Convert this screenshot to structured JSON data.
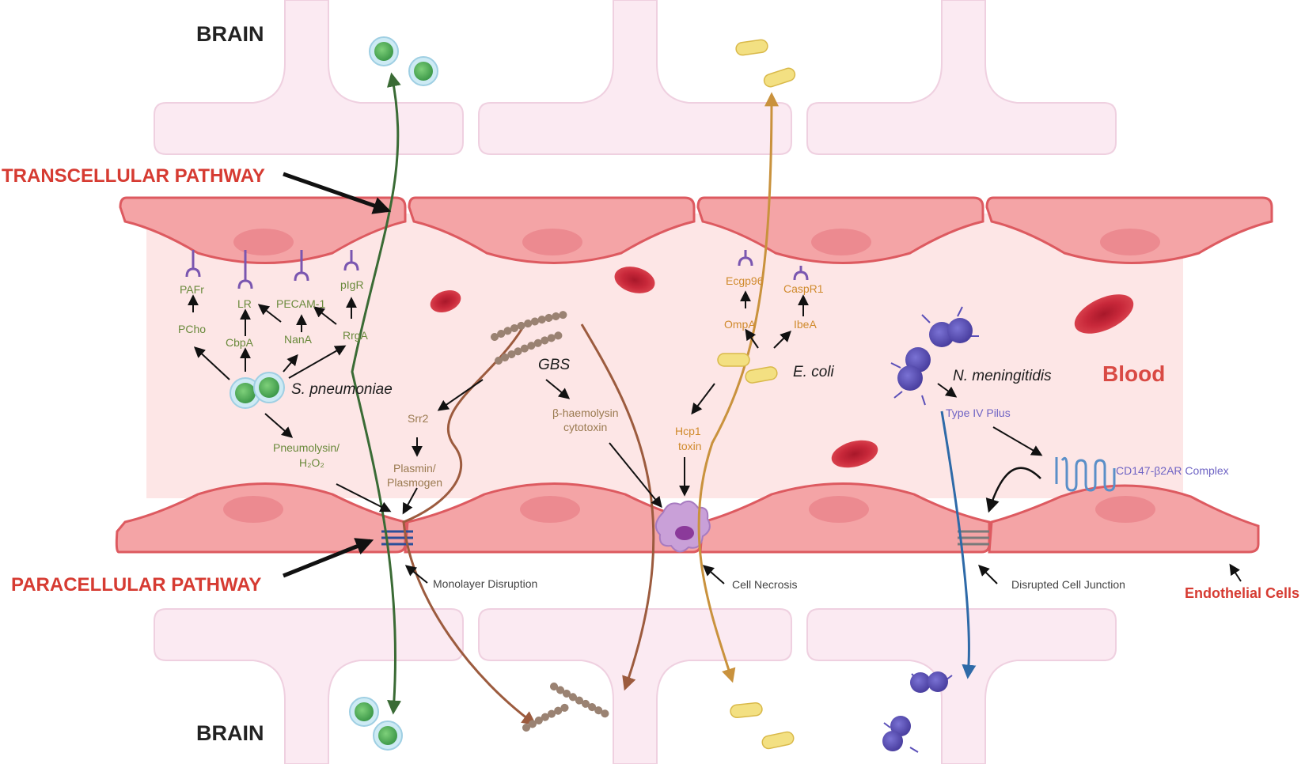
{
  "labels": {
    "brain_top": "BRAIN",
    "brain_bottom": "BRAIN",
    "transcellular": "TRANSCELLULAR PATHWAY",
    "paracellular": "PARACELLULAR PATHWAY",
    "blood": "Blood",
    "endothelial": "Endothelial Cells"
  },
  "s_pneumoniae": {
    "name": "S. pneumoniae",
    "receptors": [
      "PAFr",
      "LR",
      "PECAM-1",
      "pIgR"
    ],
    "ligands": [
      "PCho",
      "CbpA",
      "NanA",
      "RrgA"
    ],
    "toxin_line1": "Pneumolysin/",
    "toxin_line2": "H₂O₂"
  },
  "gbs": {
    "name": "GBS",
    "srr2": "Srr2",
    "plasmin_line1": "Plasmin/",
    "plasmin_line2": "Plasmogen",
    "haemolysin_line1": "β-haemolysin",
    "haemolysin_line2": "cytotoxin"
  },
  "e_coli": {
    "name": "E. coli",
    "receptors": [
      "Ecgp96",
      "CaspR1"
    ],
    "ligands": [
      "OmpA",
      "IbeA"
    ],
    "hcp_line1": "Hcp1",
    "hcp_line2": "toxin"
  },
  "n_meningitidis": {
    "name": "N. meningitidis",
    "pilus": "Type IV Pilus",
    "complex": "CD147-β2AR Complex"
  },
  "annotations": {
    "monolayer": "Monolayer Disruption",
    "necrosis": "Cell Necrosis",
    "junction": "Disrupted Cell Junction"
  },
  "colors": {
    "green_path": "#3a6b35",
    "brown_path": "#9c5b3e",
    "orange_path": "#c9923d",
    "blue_path": "#2e6aa8",
    "endothelium": "#f3a7a7",
    "label_red": "#d63b32"
  }
}
